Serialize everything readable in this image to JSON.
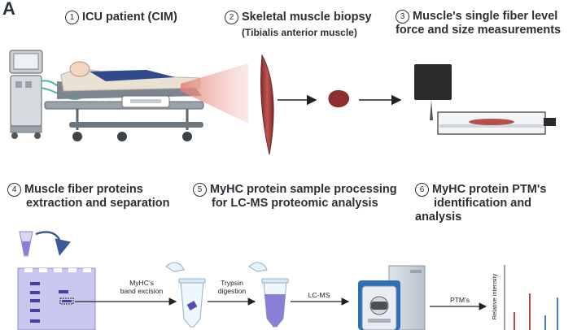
{
  "panel_label": "A",
  "steps": [
    {
      "num": "1",
      "title": "ICU patient (CIM)",
      "subtitle": ""
    },
    {
      "num": "2",
      "title": "Skeletal muscle biopsy",
      "subtitle": "(Tibialis anterior muscle)"
    },
    {
      "num": "3",
      "title_line1": "Muscle's single fiber level",
      "title_line2": "force and size measurements"
    },
    {
      "num": "4",
      "title_line1": "Muscle fiber proteins",
      "title_line2": "extraction and separation"
    },
    {
      "num": "5",
      "title_line1": "MyHC protein sample processing",
      "title_line2": "for LC-MS proteomic analysis"
    },
    {
      "num": "6",
      "title_line1": "MyHC protein PTM's",
      "title_line2": "identification and analysis"
    }
  ],
  "process_labels": {
    "band_excision_1": "MyHC's",
    "band_excision_2": "band excision",
    "trypsin_1": "Trypsin",
    "trypsin_2": "digestion",
    "lcms": "LC-MS",
    "ptms": "PTM's",
    "relative_intensity": "Relative intensity"
  },
  "colors": {
    "muscle": "#a3403f",
    "tissue": "#8e2f2f",
    "gel": "#c9c8ef",
    "band": "#4a3fa0",
    "tube_liquid": "#8a7fd6",
    "machine_blue": "#2c6fb8",
    "spike_red": "#b5483f",
    "spike_blue": "#4a7fc0",
    "bed_gray": "#8e969e"
  }
}
